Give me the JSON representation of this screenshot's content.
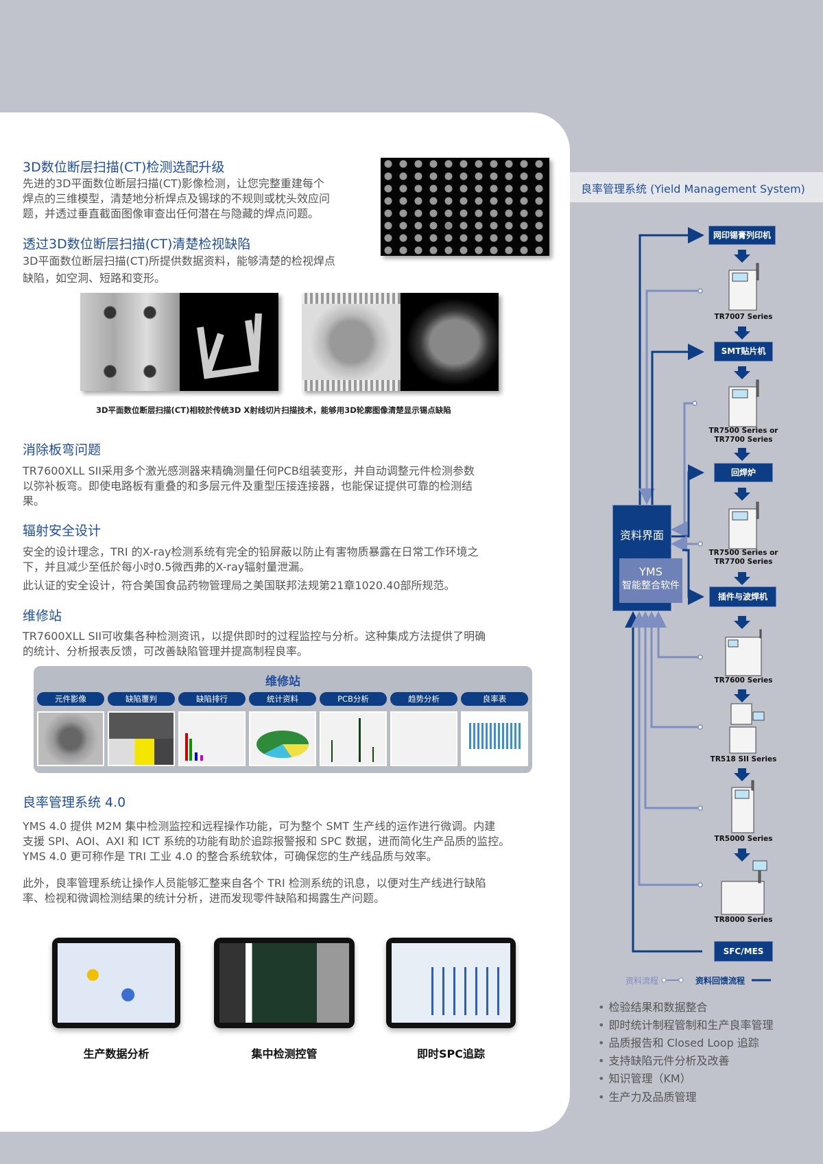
{
  "ct_upgrade": {
    "heading": "3D数位断层扫描(CT)检测选配升级",
    "lines": [
      "先进的3D平面数位断层扫描(CT)影像检测，让您完整重建每个",
      "焊点的三维模型，清楚地分析焊点及锡球的不规则或枕头效应问",
      "题，并透过垂直截面图像审查出任何潜在与隐藏的焊点问题。"
    ]
  },
  "ct_defects": {
    "heading": "透过3D数位断层扫描(CT)清楚检视缺陷",
    "lines": [
      "3D平面数位断层扫描(CT)所提供数据资料，能够清楚的检视焊点",
      "缺陷，如空洞、短路和变形。"
    ],
    "caption": "3D平面数位断层扫描(CT)相较於传统3D X射线切片扫描技术，能够用3D轮廓图像清楚显示锡点缺陷"
  },
  "warp": {
    "heading": "消除板弯问题",
    "lines": [
      "TR7600XLL SII采用多个激光感测器来精确测量任何PCB组装变形，并自动调整元件检测参数",
      "以弥补板弯。即使电路板有重叠的和多层元件及重型压接连接器，也能保证提供可靠的检测结",
      "果。"
    ]
  },
  "radiation": {
    "heading": "辐射安全设计",
    "lines": [
      "安全的设计理念，TRI 的X-ray检测系统有完全的铅屏蔽以防止有害物质暴露在日常工作环境之",
      "下，并且减少至低於每小时0.5微西弗的X-ray辐射量泄漏。"
    ],
    "line2": "此认证的安全设计，符合美国食品药物管理局之美国联邦法规第21章1020.40部所规范。"
  },
  "repair": {
    "heading": "维修站",
    "lines": [
      "TR7600XLL SII可收集各种检测资讯，以提供即时的过程监控与分析。这种集成方法提供了明确",
      "的统计、分析报表反馈，可改善缺陷管理并提高制程良率。"
    ],
    "panel_title": "维修站",
    "tabs": [
      "元件影像",
      "缺陷覆判",
      "缺陷排行",
      "统计资料",
      "PCB分析",
      "趋势分析",
      "良率表"
    ]
  },
  "yms40": {
    "heading": "良率管理系统 4.0",
    "lines": [
      "YMS 4.0 提供 M2M 集中检测监控和远程操作功能，可为整个 SMT 生产线的运作进行微调。内建",
      "支援 SPI、AOI、AXI 和 ICT 系统的功能有助於追踪报警报和 SPC 数据，进而简化生产品质的监控。",
      "YMS 4.0 更可称作是 TRI 工业 4.0 的整合系统软体，可确保您的生产线品质与效率。"
    ],
    "lines2": [
      "此外，良率管理系统让操作人员能够汇整来自各个 TRI 检测系统的讯息，以便对生产线进行缺陷",
      "率、检视和微调检测结果的统计分析，进而发现零件缺陷和揭露生产问题。"
    ],
    "monitors": [
      "生产数据分析",
      "集中检测控管",
      "即时SPC追踪"
    ]
  },
  "sidebar": {
    "title": "良率管理系统 (Yield Management System)",
    "hub": "资料界面",
    "yms": "YMS",
    "yms_sub": "智能整合软件",
    "boxes": [
      "网印锡膏列印机",
      "SMT贴片机",
      "回焊炉",
      "插件与波焊机",
      "SFC/MES"
    ],
    "machines": [
      "TR7007 Series",
      "TR7500 Series or",
      "TR7700 Series",
      "TR7500 Series or",
      "TR7700 Series",
      "TR7600 Series",
      "TR518 SII Series",
      "TR5000 Series",
      "TR8000 Series"
    ],
    "legend_data": "资料流程",
    "legend_feedback": "资料回馈流程",
    "bullets": [
      "检验结果和数据整合",
      "即时统计制程管制和生产良率管理",
      "品质报告和 Closed Loop 追踪",
      "支持缺陷元件分析及改善",
      "知识管理（KM）",
      "生产力及品质管理"
    ]
  },
  "colors": {
    "dark_blue": "#0d3d84",
    "light_blue": "#7c8fc0",
    "heading": "#1f4f9e"
  }
}
